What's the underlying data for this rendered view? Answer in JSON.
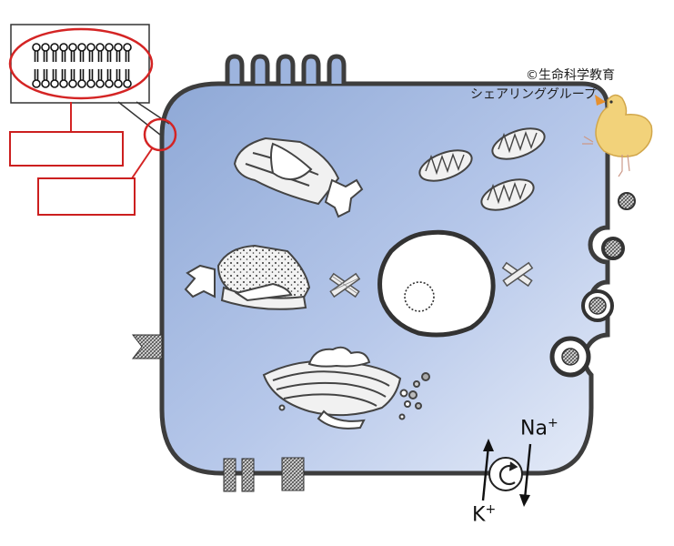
{
  "copyright": {
    "line1": "©生命科学教育",
    "line2": "シェアリンググループ"
  },
  "pump": {
    "na_label": "Na",
    "na_charge": "+",
    "k_label": "K",
    "k_charge": "+"
  },
  "label_boxes": [
    {
      "text": ""
    },
    {
      "text": ""
    }
  ],
  "colors": {
    "cytoplasm_top": "#8fa9d6",
    "cytoplasm_bottom": "#e3e9f7",
    "membrane": "#3d3d3d",
    "label_box_border": "#cc1f1f",
    "callout_circle": "#d42424"
  }
}
